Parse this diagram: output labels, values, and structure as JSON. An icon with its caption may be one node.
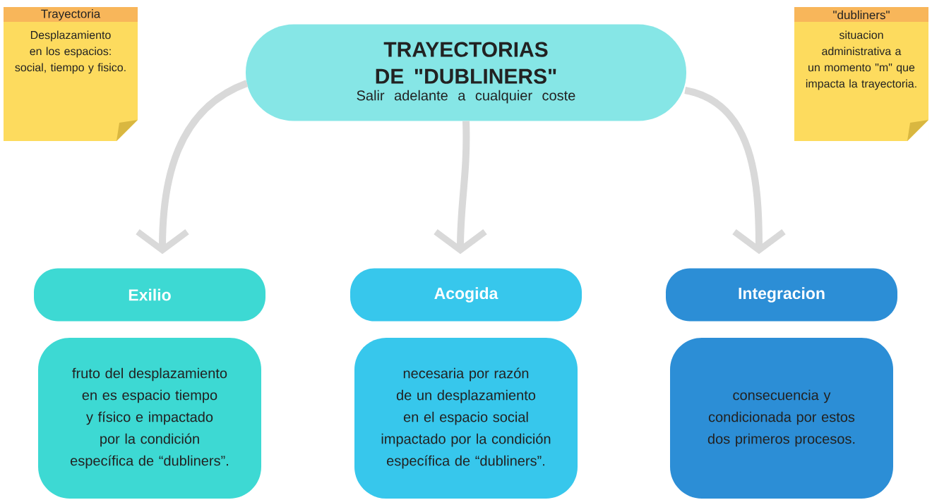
{
  "diagram": {
    "nodes": [
      {
        "text": [
          "TRAYECTORIAS DE \"DUBLINERS\"",
          "Salir adelante a cualquier coste"
        ]
      },
      {
        "text": [
          "Trayectoria",
          "Desplazamiento en los espacios: social, tiempo y fisico."
        ]
      },
      {
        "text": [
          "\"dubliners\"",
          "situacion administrativa a un momento \"m\" que impacta la trayectoria."
        ]
      },
      {
        "text": [
          "Exilio"
        ]
      },
      {
        "text": [
          "Acogida"
        ]
      },
      {
        "text": [
          "Integracion"
        ]
      },
      {
        "text": [
          "fruto del desplazamiento en es espacio tiempo y físico e impactado por la condición específica de “dubliners”."
        ]
      },
      {
        "text": [
          "necesaria por razón de un desplazamiento en el espacio social impactado por la condición específica de “dubliners”."
        ]
      },
      {
        "text": [
          "consecuencia y condicionada por estos dos primeros procesos."
        ]
      }
    ],
    "edges": [
      {
        "from": 0,
        "to": 3,
        "arrow": "to"
      },
      {
        "from": 0,
        "to": 4,
        "arrow": "to"
      },
      {
        "from": 0,
        "to": 5,
        "arrow": "to"
      }
    ]
  }
}
